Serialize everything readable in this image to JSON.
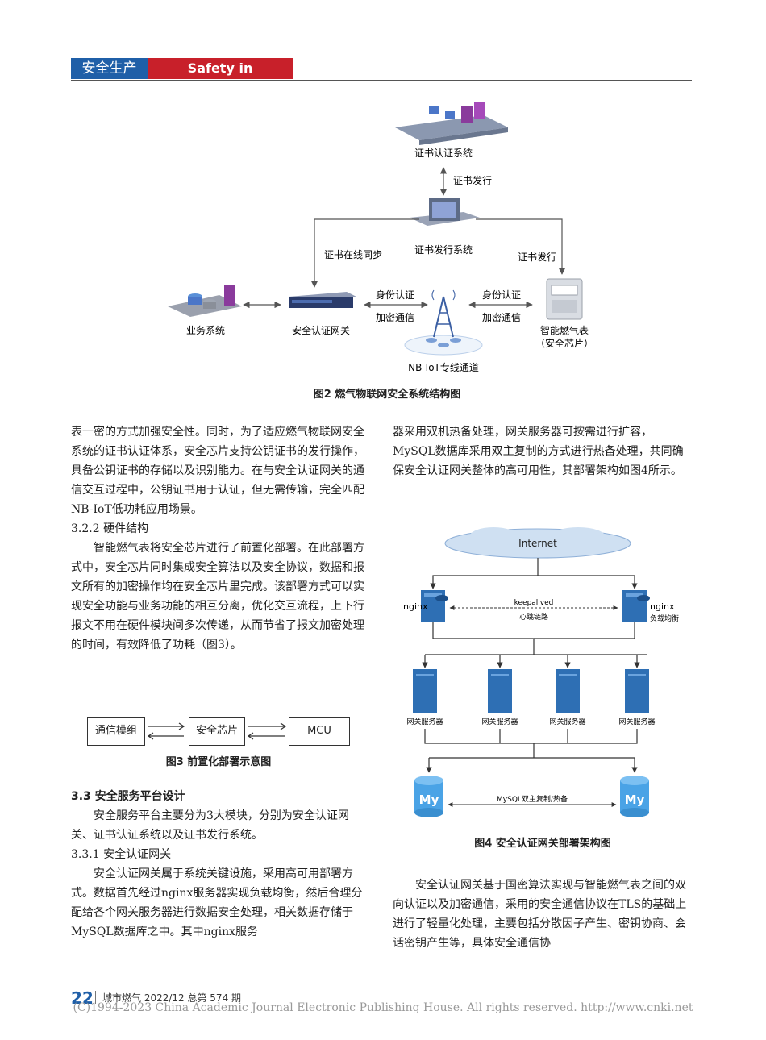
{
  "header": {
    "cn": "安全生产",
    "en": "Safety in Production"
  },
  "fig2": {
    "caption": "图2 燃气物联网安全系统结构图",
    "labels": {
      "cert_auth": "证书认证系统",
      "cert_issue_arrow": "证书发行",
      "cert_issue_sys": "证书发行系统",
      "cert_sync": "证书在线同步",
      "cert_issue_right": "证书发行",
      "biz_sys": "业务系统",
      "gateway": "安全认证网关",
      "id_auth_l": "身份认证",
      "enc_comm_l": "加密通信",
      "id_auth_r": "身份认证",
      "enc_comm_r": "加密通信",
      "meter": "智能燃气表",
      "chip": "（安全芯片）",
      "nbiot": "NB-IoT专线通道"
    }
  },
  "fig3": {
    "caption": "图3 前置化部署示意图",
    "box1": "通信模组",
    "box2": "安全芯片",
    "box3": "MCU"
  },
  "fig4": {
    "caption": "图4 安全认证网关部署架构图",
    "internet": "Internet",
    "nginx_l": "nginx",
    "nginx_r": "nginx",
    "keepalived": "keepalived",
    "heartbeat": "心跳链路",
    "lb": "负载均衡",
    "server_label": "网关服务器",
    "mysql_link": "MySQL双主复制/热备",
    "my": "My"
  },
  "left_column": {
    "para1": "表一密的方式加强安全性。同时，为了适应燃气物联网安全系统的证书认证体系，安全芯片支持公钥证书的发行操作，具备公钥证书的存储以及识别能力。在与安全认证网关的通信交互过程中，公钥证书用于认证，但无需传输，完全匹配NB-IoT低功耗应用场景。",
    "h_322": "3.2.2 硬件结构",
    "para2": "智能燃气表将安全芯片进行了前置化部署。在此部署方式中，安全芯片同时集成安全算法以及安全协议，数据和报文所有的加密操作均在安全芯片里完成。该部署方式可以实现安全功能与业务功能的相互分离，优化交互流程，上下行报文不用在硬件模块间多次传递，从而节省了报文加密处理的时间，有效降低了功耗（图3）。",
    "h_33": "3.3 安全服务平台设计",
    "para3": "安全服务平台主要分为3大模块，分别为安全认证网关、证书认证系统以及证书发行系统。",
    "h_331": "3.3.1 安全认证网关",
    "para4": "安全认证网关属于系统关键设施，采用高可用部署方式。数据首先经过nginx服务器实现负载均衡，然后合理分配给各个网关服务器进行数据安全处理，相关数据存储于MySQL数据库之中。其中nginx服务"
  },
  "right_column": {
    "para1": "器采用双机热备处理，网关服务器可按需进行扩容，MySQL数据库采用双主复制的方式进行热备处理，共同确保安全认证网关整体的高可用性，其部署架构如图4所示。",
    "para2": "安全认证网关基于国密算法实现与智能燃气表之间的双向认证以及加密通信，采用的安全通信协议在TLS的基础上进行了轻量化处理，主要包括分散因子产生、密钥协商、会话密钥产生等，具体安全通信协"
  },
  "footer": {
    "page": "22",
    "journal": "城市燃气 2022/12 总第 574 期",
    "copyright": "(C)1994-2023 China Academic Journal Electronic Publishing House. All rights reserved.    http://www.cnki.net"
  }
}
